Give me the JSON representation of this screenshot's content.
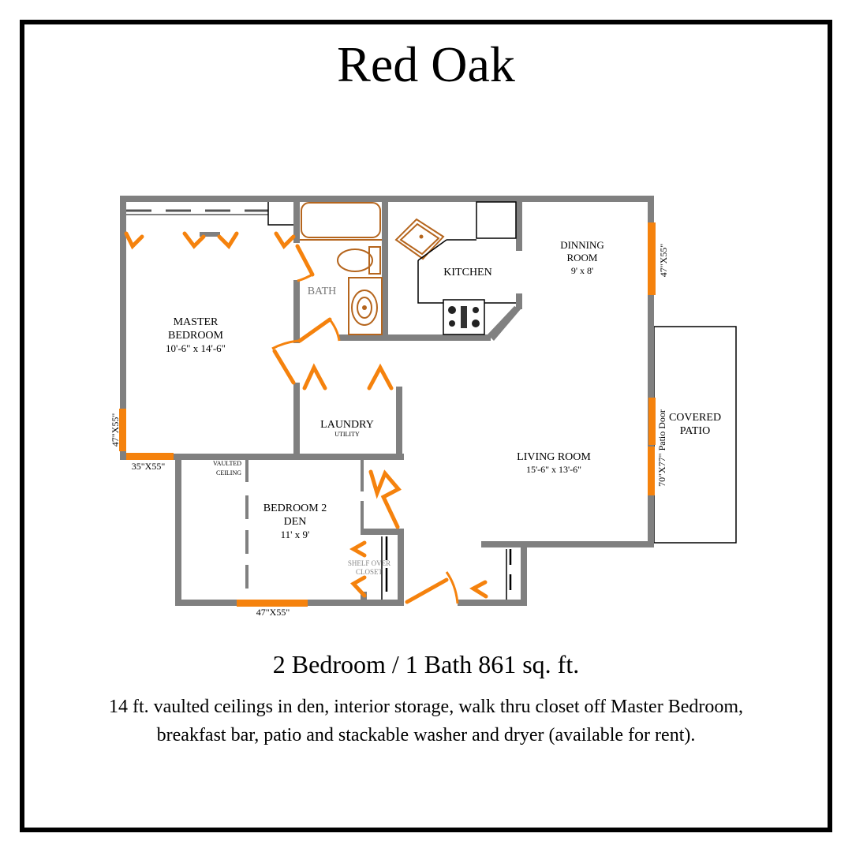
{
  "title": "Red Oak",
  "summary": "2 Bedroom / 1 Bath 861 sq. ft.",
  "description": {
    "line1": "14 ft. vaulted ceilings in den, interior storage, walk thru closet off Master Bedroom,",
    "line2": "breakfast bar, patio and stackable washer and dryer (available for rent)."
  },
  "colors": {
    "wall": "#808080",
    "window": "#f5820d",
    "door": "#f5820d",
    "fixture": "#b5651d",
    "border": "#000000"
  },
  "rooms": {
    "master_bedroom": {
      "name_line1": "MASTER",
      "name_line2": "BEDROOM",
      "size": "10'-6\" x 14'-6\""
    },
    "bath": {
      "name": "BATH"
    },
    "kitchen": {
      "name": "KITCHEN"
    },
    "dining_room": {
      "name_line1": "DINNING",
      "name_line2": "ROOM",
      "size": "9' x 8'"
    },
    "laundry": {
      "name": "LAUNDRY",
      "sub": "UTILITY"
    },
    "living_room": {
      "name": "LIVING ROOM",
      "size": "15'-6\" x 13'-6\""
    },
    "bedroom2": {
      "name_line1": "BEDROOM 2",
      "name_line2": "DEN",
      "size": "11' x  9'"
    },
    "covered_patio": {
      "name_line1": "COVERED",
      "name_line2": "PATIO"
    }
  },
  "annotations": {
    "vaulted_line1": "VAULTED",
    "vaulted_line2": "CEILING",
    "shelf_line1": "SHELF OVER",
    "shelf_line2": "CLOSET",
    "window_master_side": "47\"X55\"",
    "window_master_bottom": "35\"X55\"",
    "window_bedroom2": "47\"X55\"",
    "window_dining": "47\"X55\"",
    "patio_door": "70\"X77\" Patio Door"
  }
}
